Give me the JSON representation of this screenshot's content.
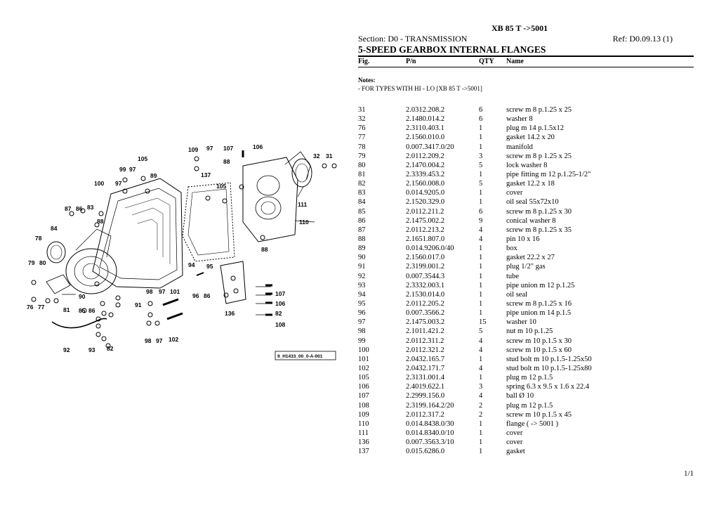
{
  "header": {
    "model": "XB 85 T ->5001",
    "section": "Section: D0 - TRANSMISSION",
    "ref": "Ref: D0.09.13 (1)",
    "title": "5-SPEED GEARBOX INTERNAL FLANGES"
  },
  "columns": {
    "fig": "Fig.",
    "pn": "P/n",
    "qty": "QTY",
    "name": "Name"
  },
  "notes": {
    "title": "Notes:",
    "text": "- FOR TYPES WITH HI - LO [XB 85 T ->5001]"
  },
  "parts": [
    {
      "fig": "31",
      "pn": "2.0312.208.2",
      "qty": "6",
      "name": "screw m 8 p.1.25 x 25"
    },
    {
      "fig": "32",
      "pn": "2.1480.014.2",
      "qty": "6",
      "name": "washer 8"
    },
    {
      "fig": "76",
      "pn": "2.3110.403.1",
      "qty": "1",
      "name": "plug m 14 p.1.5x12"
    },
    {
      "fig": "77",
      "pn": "2.1560.010.0",
      "qty": "1",
      "name": "gasket 14.2 x 20"
    },
    {
      "fig": "78",
      "pn": "0.007.3417.0/20",
      "qty": "1",
      "name": "manifold"
    },
    {
      "fig": "79",
      "pn": "2.0112.209.2",
      "qty": "3",
      "name": "screw m 8 p 1.25 x 25"
    },
    {
      "fig": "80",
      "pn": "2.1470.004.2",
      "qty": "5",
      "name": "lock washer 8"
    },
    {
      "fig": "81",
      "pn": "2.3339.453.2",
      "qty": "1",
      "name": "pipe fitting m 12 p.1.25-1/2\""
    },
    {
      "fig": "82",
      "pn": "2.1560.008.0",
      "qty": "5",
      "name": "gasket 12.2 x 18"
    },
    {
      "fig": "83",
      "pn": "0.014.9205.0",
      "qty": "1",
      "name": "cover"
    },
    {
      "fig": "84",
      "pn": "2.1520.329.0",
      "qty": "1",
      "name": "oil seal 55x72x10"
    },
    {
      "fig": "85",
      "pn": "2.0112.211.2",
      "qty": "6",
      "name": "screw m 8 p.1.25 x 30"
    },
    {
      "fig": "86",
      "pn": "2.1475.002.2",
      "qty": "9",
      "name": "conical washer 8"
    },
    {
      "fig": "87",
      "pn": "2.0112.213.2",
      "qty": "4",
      "name": "screw m 8 p.1.25 x 35"
    },
    {
      "fig": "88",
      "pn": "2.1651.807.0",
      "qty": "4",
      "name": "pin 10 x 16"
    },
    {
      "fig": "89",
      "pn": "0.014.9206.0/40",
      "qty": "1",
      "name": "box"
    },
    {
      "fig": "90",
      "pn": "2.1560.017.0",
      "qty": "1",
      "name": "gasket 22.2 x 27"
    },
    {
      "fig": "91",
      "pn": "2.3199.001.2",
      "qty": "1",
      "name": "plug 1/2\" gas"
    },
    {
      "fig": "92",
      "pn": "0.007.3544.3",
      "qty": "1",
      "name": "tube"
    },
    {
      "fig": "93",
      "pn": "2.3332.003.1",
      "qty": "1",
      "name": "pipe union m 12 p.1.25"
    },
    {
      "fig": "94",
      "pn": "2.1530.014.0",
      "qty": "1",
      "name": "oil seal"
    },
    {
      "fig": "95",
      "pn": "2.0112.205.2",
      "qty": "1",
      "name": "screw m 8 p.1.25 x 16"
    },
    {
      "fig": "96",
      "pn": "0.007.3566.2",
      "qty": "1",
      "name": "pipe union m 14 p.1.5"
    },
    {
      "fig": "97",
      "pn": "2.1475.003.2",
      "qty": "15",
      "name": "washer 10"
    },
    {
      "fig": "98",
      "pn": "2.1011.421.2",
      "qty": "5",
      "name": "nut m 10 p.1.25"
    },
    {
      "fig": "99",
      "pn": "2.0112.311.2",
      "qty": "4",
      "name": "screw m 10 p.1.5 x 30"
    },
    {
      "fig": "100",
      "pn": "2.0112.321.2",
      "qty": "4",
      "name": "screw m 10 p.1.5 x 60"
    },
    {
      "fig": "101",
      "pn": "2.0432.165.7",
      "qty": "1",
      "name": "stud bolt m 10 p.1.5-1.25x50"
    },
    {
      "fig": "102",
      "pn": "2.0432.171.7",
      "qty": "4",
      "name": "stud bolt m 10 p.1.5-1.25x80"
    },
    {
      "fig": "105",
      "pn": "2.3131.001.4",
      "qty": "1",
      "name": "plug m 12 p.1.5"
    },
    {
      "fig": "106",
      "pn": "2.4019.622.1",
      "qty": "3",
      "name": "spring 6.3 x 9.5 x 1.6 x 22.4"
    },
    {
      "fig": "107",
      "pn": "2.2999.156.0",
      "qty": "4",
      "name": "ball Ø 10"
    },
    {
      "fig": "108",
      "pn": "2.3199.164.2/20",
      "qty": "2",
      "name": "plug m 12 p.1.5"
    },
    {
      "fig": "109",
      "pn": "2.0112.317.2",
      "qty": "2",
      "name": "screw m 10 p.1.5 x 45"
    },
    {
      "fig": "110",
      "pn": "0.014.8438.0/30",
      "qty": "1",
      "name": "flange ( -> 5001 )"
    },
    {
      "fig": "111",
      "pn": "0.014.8340.0/10",
      "qty": "1",
      "name": "cover"
    },
    {
      "fig": "136",
      "pn": "0.007.3563.3/10",
      "qty": "1",
      "name": "cover"
    },
    {
      "fig": "137",
      "pn": "0.015.6286.0",
      "qty": "1",
      "name": "gasket"
    }
  ],
  "diagram": {
    "image_ref": "9_H1433_00_0-A-001",
    "callouts": [
      "109",
      "97",
      "107",
      "106",
      "105",
      "88",
      "32",
      "31",
      "99",
      "97",
      "89",
      "137",
      "100",
      "97",
      "105",
      "111",
      "87",
      "86",
      "83",
      "84",
      "88",
      "110",
      "78",
      "88",
      "79",
      "80",
      "94",
      "95",
      "98",
      "97",
      "101",
      "107",
      "90",
      "106",
      "96",
      "86",
      "76",
      "77",
      "81",
      "91",
      "82",
      "85",
      "86",
      "136",
      "108",
      "98",
      "97",
      "102",
      "92",
      "93",
      "82"
    ]
  },
  "footer": {
    "page": "1/1"
  }
}
